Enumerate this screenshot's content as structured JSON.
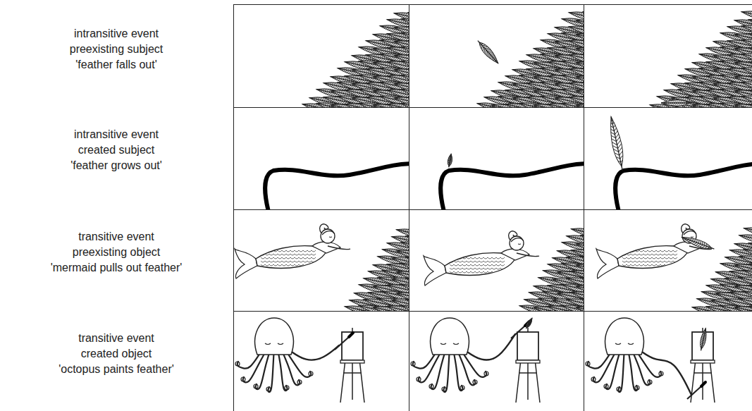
{
  "diagram": {
    "labels": [
      "intransitive event",
      "preexisting subject",
      "'feather falls out'",
      "intransitive event",
      "created subject",
      "'feather grows out'",
      "transitive event",
      "preexisting object",
      "'mermaid pulls out feather'",
      "transitive event",
      "created object",
      "'octopus paints feather'"
    ]
  }
}
